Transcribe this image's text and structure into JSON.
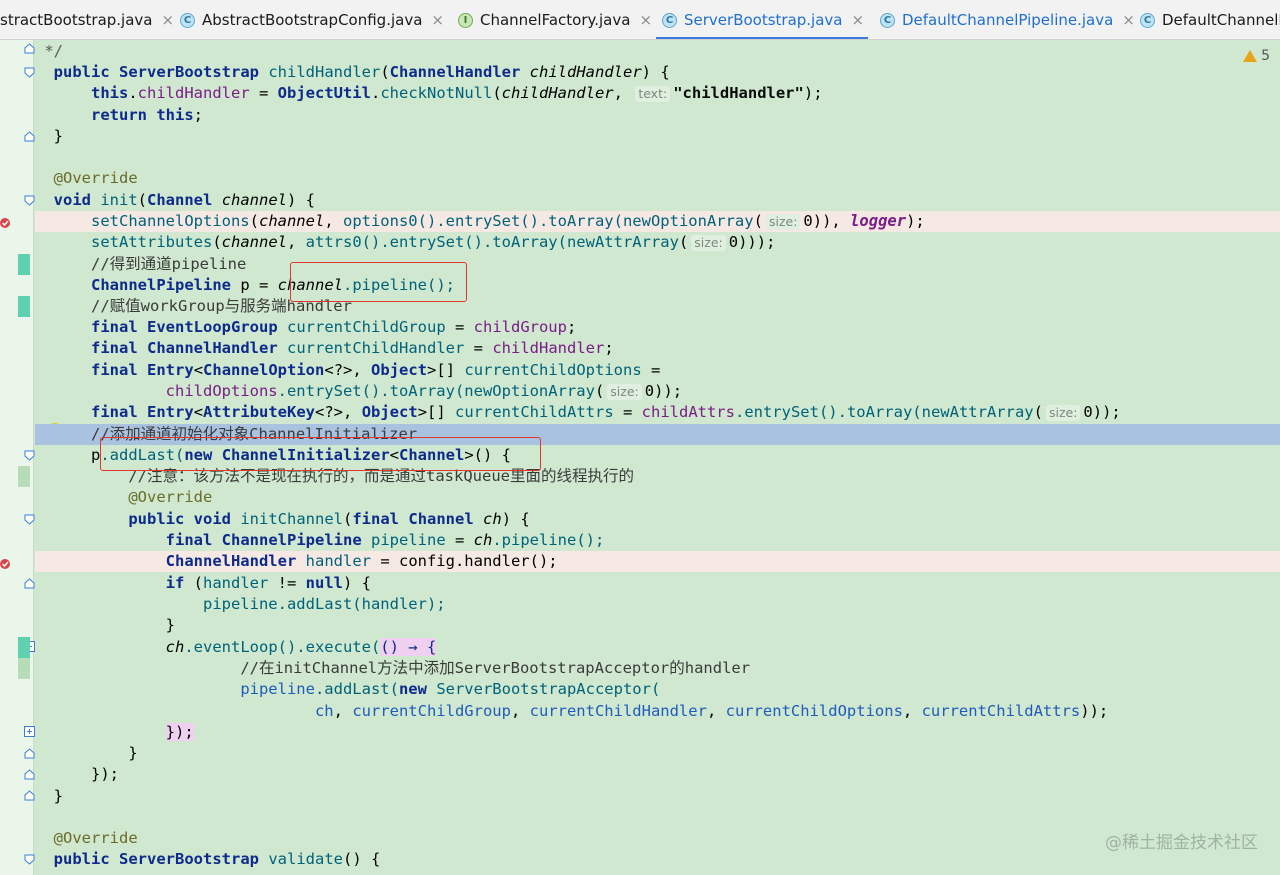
{
  "tabs": [
    {
      "label": "stractBootstrap.java",
      "icon": "class-icon",
      "active": false,
      "closable": true
    },
    {
      "label": "AbstractBootstrapConfig.java",
      "icon": "class-icon",
      "active": false,
      "closable": true
    },
    {
      "label": "ChannelFactory.java",
      "icon": "interface-icon",
      "active": false,
      "closable": true
    },
    {
      "label": "ServerBootstrap.java",
      "icon": "class-icon",
      "active": true,
      "closable": true
    },
    {
      "label": "DefaultChannelPipeline.java",
      "icon": "class-icon",
      "active": false,
      "closable": true
    },
    {
      "label": "DefaultChannelP",
      "icon": "class-icon",
      "active": false,
      "closable": false
    }
  ],
  "tab_close_glyph": "×",
  "tab_icon_letters": {
    "class": "C",
    "interface": "I"
  },
  "warnings": {
    "count": "5"
  },
  "hints": {
    "text": "text:",
    "size": "size:"
  },
  "code": {
    "l1": {
      "comment_end": " */"
    },
    "l2": {
      "kw_public": "public",
      "cls": "ServerBootstrap",
      "method": "childHandler",
      "param_type": "ChannelHandler",
      "param": "childHandler"
    },
    "l3": {
      "this": "this",
      "field": "childHandler",
      "util": "ObjectUtil",
      "call": "checkNotNull",
      "arg": "childHandler",
      "str": "\"childHandler\""
    },
    "l4": {
      "kw_return": "return",
      "this": "this"
    },
    "l5": {
      "brace": "}"
    },
    "l6": {
      "annotation": "@Override"
    },
    "l7": {
      "kw_void": "void",
      "method": "init",
      "param_type": "Channel",
      "param": "channel"
    },
    "l8": {
      "call": "setChannelOptions",
      "arg1": "channel",
      "mid": "options0().entrySet().toArray(",
      "inner": "newOptionArray",
      "num": "0",
      "logger": "logger"
    },
    "l9": {
      "call": "setAttributes",
      "arg1": "channel",
      "mid": "attrs0().entrySet().toArray(",
      "inner": "newAttrArray",
      "num": "0"
    },
    "l10": {
      "comment": "//得到通道pipeline"
    },
    "l11": {
      "type": "ChannelPipeline",
      "var": "p",
      "recv": "channel",
      "call": ".pipeline();"
    },
    "l12": {
      "comment": "//赋值workGroup与服务端handler"
    },
    "l13": {
      "kw_final": "final",
      "type": "EventLoopGroup",
      "var": "currentChildGroup",
      "value": "childGroup"
    },
    "l14": {
      "kw_final": "final",
      "type": "ChannelHandler",
      "var": "currentChildHandler",
      "value": "childHandler"
    },
    "l15": {
      "kw_final": "final",
      "type": "Entry",
      "generic": "ChannelOption",
      "type2": "Object",
      "var": "currentChildOptions"
    },
    "l16": {
      "recv": "childOptions",
      "mid": ".entrySet().toArray(",
      "inner": "newOptionArray",
      "num": "0"
    },
    "l17": {
      "kw_final": "final",
      "type": "Entry",
      "generic": "AttributeKey",
      "type2": "Object",
      "var": "currentChildAttrs",
      "recv": "childAttrs",
      "mid": ".entrySet().toArray(",
      "inner": "newAttrArray",
      "num": "0"
    },
    "l18": {
      "comment": "//添加通道初始化对象ChannelInitializer"
    },
    "l19": {
      "recv": "p",
      "call": ".addLast(",
      "kw_new": "new",
      "type": "ChannelInitializer",
      "generic": "Channel"
    },
    "l20": {
      "comment": "//注意：该方法不是现在执行的，而是通过taskQueue里面的线程执行的"
    },
    "l21": {
      "annotation": "@Override"
    },
    "l22": {
      "kw_public": "public",
      "kw_void": "void",
      "method": "initChannel",
      "kw_final": "final",
      "param_type": "Channel",
      "param": "ch"
    },
    "l23": {
      "kw_final": "final",
      "type": "ChannelPipeline",
      "var": "pipeline",
      "recv": "ch",
      "call": ".pipeline();"
    },
    "l24": {
      "type": "ChannelHandler",
      "var": "handler",
      "value": "config.handler();"
    },
    "l25": {
      "kw_if": "if",
      "var": "handler",
      "kw_null": "null"
    },
    "l26": {
      "stmt": "pipeline.addLast(handler);"
    },
    "l27": {
      "brace": "}"
    },
    "l28": {
      "recv": "ch",
      "call": ".eventLoop().execute(",
      "lambda": "() → {"
    },
    "l29": {
      "comment": "//在initChannel方法中添加ServerBootstrapAcceptor的handler"
    },
    "l30": {
      "var": "pipeline",
      "call": ".addLast(",
      "kw_new": "new",
      "type": "ServerBootstrapAcceptor("
    },
    "l31": {
      "a1": "ch",
      "a2": "currentChildGroup",
      "a3": "currentChildHandler",
      "a4": "currentChildOptions",
      "a5": "currentChildAttrs",
      "end": "));"
    },
    "l32": {
      "end": "});"
    },
    "l33": {
      "brace": "}"
    },
    "l34": {
      "end": "});"
    },
    "l35": {
      "brace": "}"
    },
    "l36": {
      "annotation": "@Override"
    },
    "l37": {
      "kw_public": "public",
      "cls": "ServerBootstrap",
      "method": "validate"
    }
  },
  "watermark": "@稀土掘金技术社区",
  "colors": {
    "editor_bg": "#cfe8cf",
    "keyword": "#0d2a8c",
    "highlight_box": "#e2372a",
    "current_line": "#a8c2df",
    "tab_active": "#1f6fd1"
  }
}
